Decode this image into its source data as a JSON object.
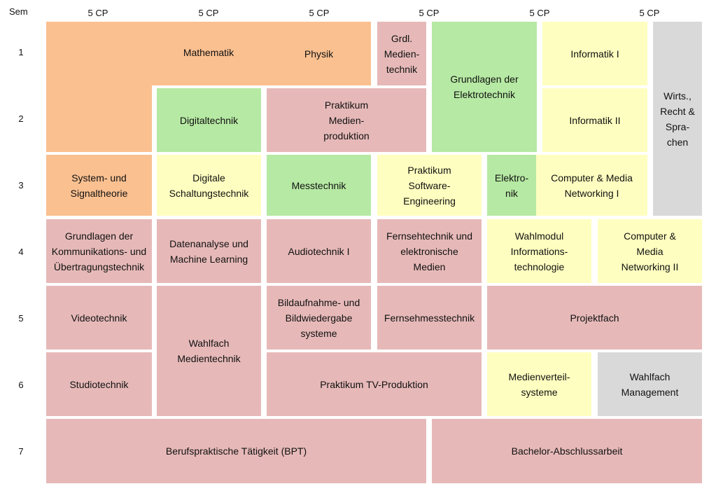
{
  "header": {
    "sem_label": "Sem",
    "credit_labels": [
      "5 CP",
      "5 CP",
      "5 CP",
      "5 CP",
      "5 CP",
      "5 CP"
    ]
  },
  "semesters": [
    "1",
    "2",
    "3",
    "4",
    "5",
    "6",
    "7"
  ],
  "colors": {
    "orange": "#fac090",
    "pink": "#e6b9b8",
    "green": "#b6e9a3",
    "yellow": "#fefec0",
    "gray": "#d9d9d9"
  },
  "modules": {
    "mathematik": "Mathematik",
    "physik": "Physik",
    "grdl_medientechnik": "Grdl.\nMedien-\ntechnik",
    "grundlagen_elektrotechnik": "Grundlagen der\nElektrotechnik",
    "informatik_1": "Informatik I",
    "wirts_recht_sprachen": "Wirts.,\nRecht &\nSpra-\nchen",
    "digitaltechnik": "Digitaltechnik",
    "praktikum_medienproduktion": "Praktikum\nMedien-\nproduktion",
    "informatik_2": "Informatik II",
    "system_signaltheorie": "System- und\nSignaltheorie",
    "digitale_schaltungstechnik": "Digitale\nSchaltungstechnik",
    "messtechnik": "Messtechnik",
    "praktikum_software": "Praktikum\nSoftware-\nEngineering",
    "elektronik": "Elektro-\nnik",
    "cmn_1": "Computer & Media\nNetworking I",
    "grundlagen_kommunikation": "Grundlagen der\nKommunikations- und\nÜbertragungstechnik",
    "datenanalyse": "Datenanalyse und\nMachine Learning",
    "audiotechnik": "Audiotechnik I",
    "fernsehtechnik": "Fernsehtechnik und\nelektronische\nMedien",
    "wahlmodul_it": "Wahlmodul\nInformations-\ntechnologie",
    "cmn_2": "Computer &\nMedia\nNetworking II",
    "videotechnik": "Videotechnik",
    "wahlfach_medientechnik": "Wahlfach\nMedientechnik",
    "bildaufnahme": "Bildaufnahme- und\nBildwiedergabe\nsysteme",
    "fernsehmesstechnik": "Fernsehmesstechnik",
    "projektfach": "Projektfach",
    "studiotechnik": "Studiotechnik",
    "praktikum_tv": "Praktikum TV-Produktion",
    "medienverteilsysteme": "Medienverteil-\nsysteme",
    "wahlfach_management": "Wahlfach\nManagement",
    "bpt": "Berufspraktische Tätigkeit (BPT)",
    "bachelor": "Bachelor-Abschlussarbeit"
  }
}
